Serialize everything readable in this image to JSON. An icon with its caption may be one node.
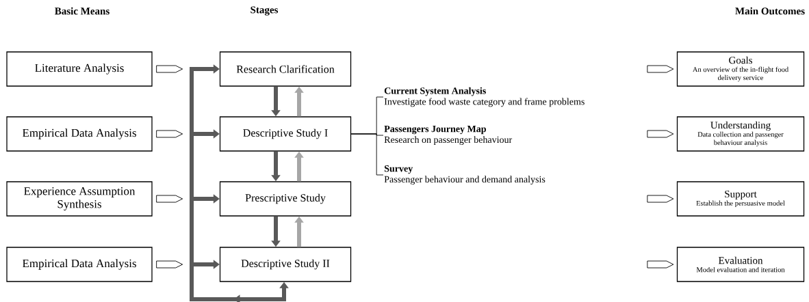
{
  "diagram": {
    "nodes": [
      {
        "text": [
          "Literature Analysis"
        ]
      },
      {
        "text": [
          "Empirical Data Analysis"
        ]
      },
      {
        "text": [
          "Experience Assumption Synthesis"
        ]
      },
      {
        "text": [
          "Empirical Data Analysis"
        ]
      },
      {
        "text": [
          "Research Clarification"
        ]
      },
      {
        "text": [
          "Descriptive Study I"
        ]
      },
      {
        "text": [
          "Prescriptive Study"
        ]
      },
      {
        "text": [
          "Descriptive Study II"
        ]
      },
      {
        "text": [
          "Goals",
          "An overview of the in-flight food delivery service"
        ]
      },
      {
        "text": [
          "Understanding",
          "Data collection and passenger behaviour analysis"
        ]
      },
      {
        "text": [
          "Support",
          "Establish the persuasive model"
        ]
      },
      {
        "text": [
          "Evaluation",
          "Model evaluation and iteration"
        ]
      },
      {
        "text": [
          "Current System Analysis",
          "Investigate food waste category and frame problems"
        ]
      },
      {
        "text": [
          "Passengers Journey Map",
          "Research on passenger behaviour"
        ]
      },
      {
        "text": [
          "Survey",
          "Passenger behaviour and demand analysis"
        ]
      }
    ],
    "edges": [
      {
        "from": 0,
        "to": null,
        "arrow": "to"
      },
      {
        "from": 1,
        "to": null,
        "arrow": "to"
      },
      {
        "from": 2,
        "to": null,
        "arrow": "to"
      },
      {
        "from": 3,
        "to": null,
        "arrow": "to"
      },
      {
        "from": null,
        "to": 4,
        "arrow": "to",
        "color": "#595959"
      },
      {
        "from": null,
        "to": 5,
        "arrow": "to",
        "color": "#595959"
      },
      {
        "from": null,
        "to": 6,
        "arrow": "to",
        "color": "#595959"
      },
      {
        "from": null,
        "to": 7,
        "arrow": "to",
        "color": "#595959"
      },
      {
        "from": null,
        "to": 7,
        "arrow": "to",
        "color": "#595959"
      },
      {
        "from": 4,
        "to": 5,
        "arrow": "to",
        "color": "#595959"
      },
      {
        "from": 5,
        "to": 4,
        "arrow": "to",
        "color": "#a6a6a6"
      },
      {
        "from": 5,
        "to": 6,
        "arrow": "to",
        "color": "#595959"
      },
      {
        "from": 6,
        "to": 5,
        "arrow": "to",
        "color": "#a6a6a6"
      },
      {
        "from": 6,
        "to": 7,
        "arrow": "to",
        "color": "#595959"
      },
      {
        "from": 7,
        "to": 6,
        "arrow": "to",
        "color": "#a6a6a6"
      },
      {
        "from": 5,
        "to": 12,
        "arrow": "none"
      },
      {
        "from": 5,
        "to": 13,
        "arrow": "none"
      },
      {
        "from": 5,
        "to": 14,
        "arrow": "none"
      },
      {
        "from": null,
        "to": 8,
        "arrow": "to"
      },
      {
        "from": null,
        "to": 9,
        "arrow": "to"
      },
      {
        "from": null,
        "to": 10,
        "arrow": "to"
      },
      {
        "from": null,
        "to": 11,
        "arrow": "to"
      }
    ],
    "labels": [
      "Basic Means",
      "Stages",
      "Main Outcomes"
    ]
  }
}
